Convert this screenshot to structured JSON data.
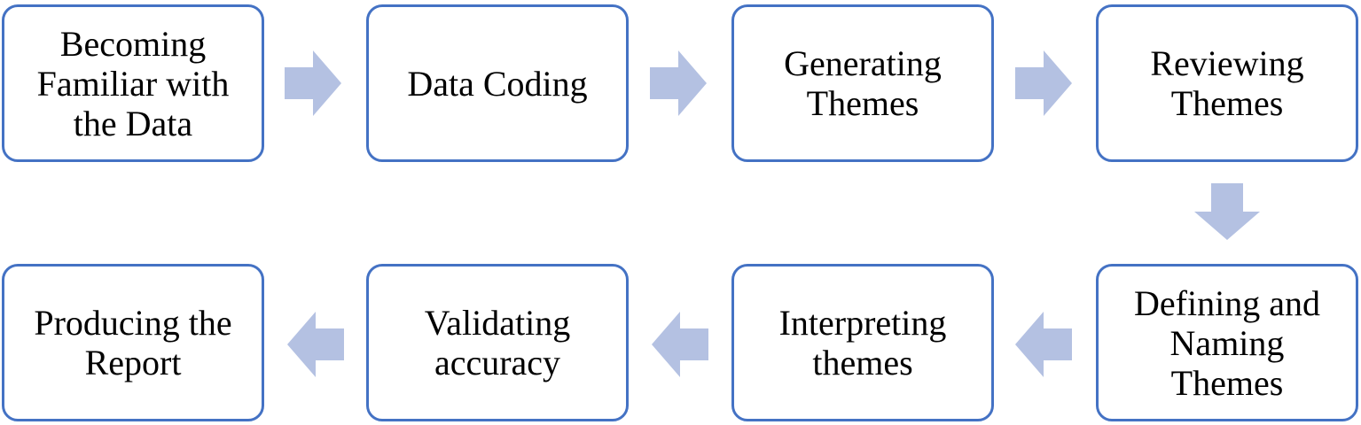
{
  "diagram": {
    "box_border_color": "#4472c4",
    "arrow_color": "#b4c1e2",
    "steps": [
      {
        "label": "Becoming\nFamiliar with\nthe Data"
      },
      {
        "label": "Data Coding"
      },
      {
        "label": "Generating\nThemes"
      },
      {
        "label": "Reviewing\nThemes"
      },
      {
        "label": "Defining and\nNaming\nThemes"
      },
      {
        "label": "Interpreting\nthemes"
      },
      {
        "label": "Validating\naccuracy"
      },
      {
        "label": "Producing the\nReport"
      }
    ]
  }
}
